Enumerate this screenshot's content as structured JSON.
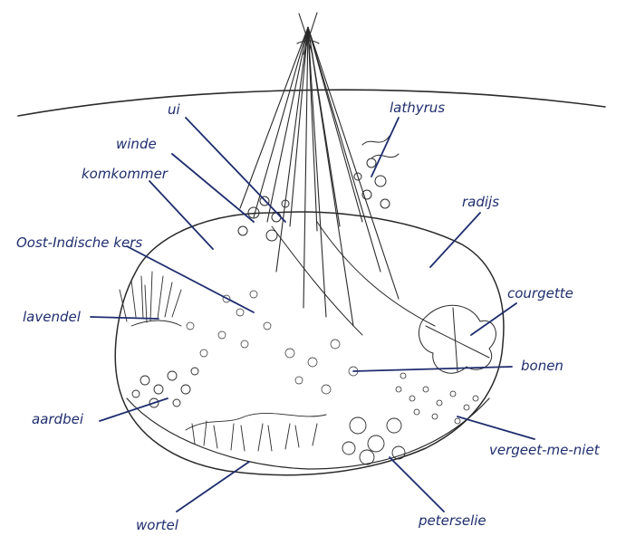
{
  "labels": {
    "ui": "ui",
    "lathyrus": "lathyrus",
    "winde": "winde",
    "komkommer": "komkommer",
    "radijs": "radijs",
    "oost_indische_kers": "Oost-Indische kers",
    "courgette": "courgette",
    "lavendel": "lavendel",
    "bonen": "bonen",
    "aardbei": "aardbei",
    "vergeet_me_niet": "vergeet-me-niet",
    "wortel": "wortel",
    "peterselie": "peterselie"
  },
  "colors": {
    "label_ink": "#1f2d6e",
    "drawing_ink": "#2a2a2a",
    "background": "#ffffff"
  }
}
